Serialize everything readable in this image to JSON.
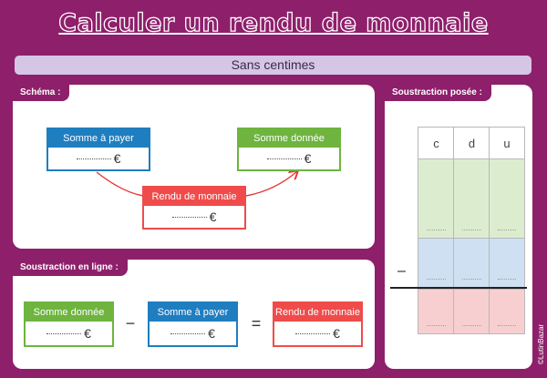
{
  "title": "Calculer un rendu de monnaie",
  "subtitle": "Sans centimes",
  "schema": {
    "label": "Schéma :",
    "box_pay": "Somme à payer",
    "box_given": "Somme donnée",
    "box_change": "Rendu de monnaie",
    "euro": "€"
  },
  "inline": {
    "label": "Soustraction en ligne :",
    "box_given": "Somme donnée",
    "box_pay": "Somme à payer",
    "box_change": "Rendu de monnaie",
    "minus": "−",
    "equals": "=",
    "euro": "€"
  },
  "posed": {
    "label": "Soustraction posée :",
    "columns": [
      "c",
      "d",
      "u"
    ],
    "minus": "–"
  },
  "credit": "©LutinBazar",
  "colors": {
    "background": "#8e1f6b",
    "blue": "#1f7ec0",
    "green": "#6eb43f",
    "red": "#f04b4b",
    "row_green": "#dcedcf",
    "row_blue": "#cfe0f2",
    "row_red": "#f7cfd0"
  }
}
